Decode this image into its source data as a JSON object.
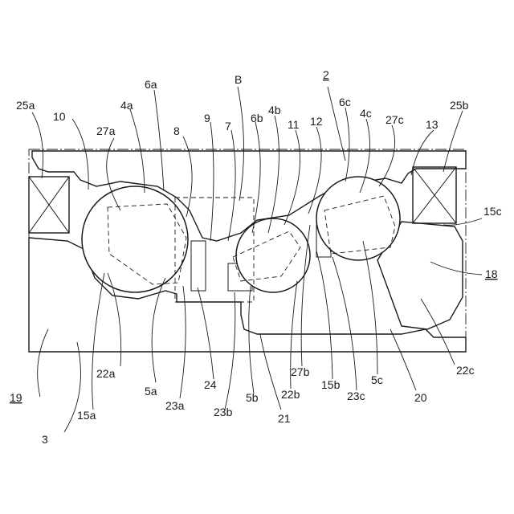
{
  "figure": {
    "labels": {
      "B": "B",
      "n2": "2",
      "n3": "3",
      "n4a": "4a",
      "n4b": "4b",
      "n4c": "4c",
      "n5a": "5a",
      "n5b": "5b",
      "n5c": "5c",
      "n6a": "6a",
      "n6b": "6b",
      "n6c": "6c",
      "n7": "7",
      "n8": "8",
      "n9": "9",
      "n10": "10",
      "n11": "11",
      "n12": "12",
      "n13": "13",
      "n15a": "15a",
      "n15b": "15b",
      "n15c": "15c",
      "n18": "18",
      "n19": "19",
      "n20": "20",
      "n21": "21",
      "n22a": "22a",
      "n22b": "22b",
      "n22c": "22c",
      "n23a": "23a",
      "n23b": "23b",
      "n23c": "23c",
      "n24": "24",
      "n25a": "25a",
      "n25b": "25b",
      "n27a": "27a",
      "n27b": "27b",
      "n27c": "27c"
    }
  }
}
